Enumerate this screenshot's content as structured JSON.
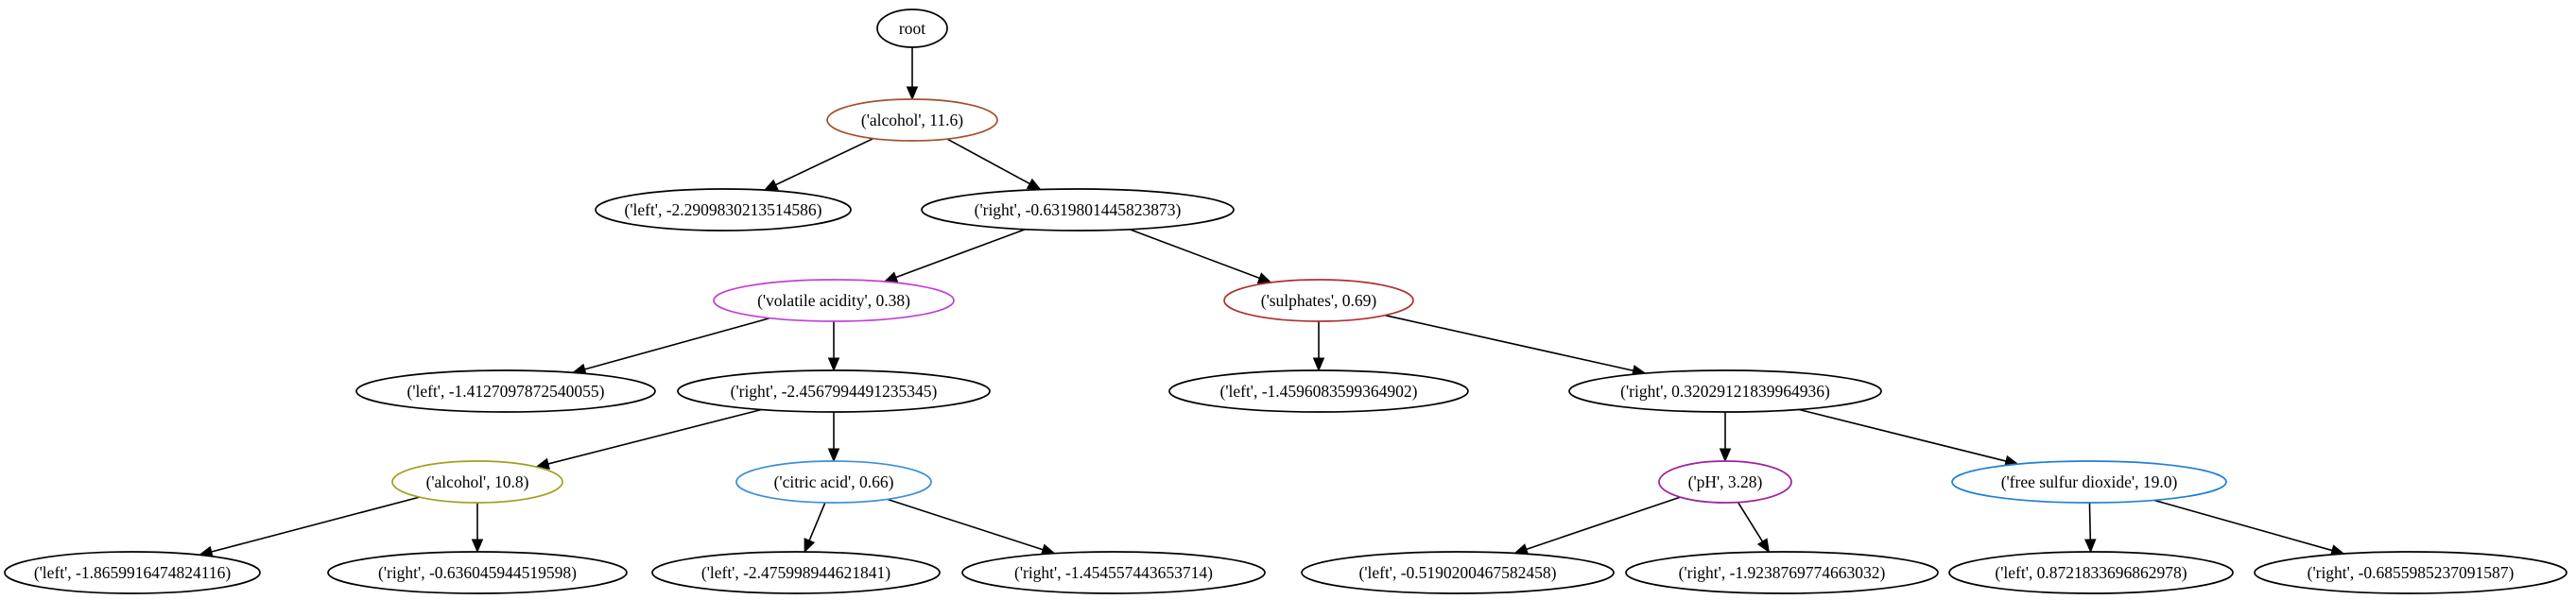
{
  "nodes": [
    {
      "id": "root",
      "label": "root",
      "color": "#000000"
    },
    {
      "id": "n1",
      "label": "('alcohol', 11.6)",
      "color": "#a0522d"
    },
    {
      "id": "n2",
      "label": "('left', -2.2909830213514586)",
      "color": "#000000"
    },
    {
      "id": "n3",
      "label": "('right', -0.6319801445823873)",
      "color": "#000000"
    },
    {
      "id": "n4",
      "label": "('volatile acidity', 0.38)",
      "color": "#c040d8"
    },
    {
      "id": "n5",
      "label": "('sulphates', 0.69)",
      "color": "#b03030"
    },
    {
      "id": "n6",
      "label": "('left', -1.4127097872540055)",
      "color": "#000000"
    },
    {
      "id": "n7",
      "label": "('right', -2.4567994491235345)",
      "color": "#000000"
    },
    {
      "id": "n8",
      "label": "('left', -1.4596083599364902)",
      "color": "#000000"
    },
    {
      "id": "n9",
      "label": "('right', 0.32029121839964936)",
      "color": "#000000"
    },
    {
      "id": "n10",
      "label": "('alcohol', 10.8)",
      "color": "#a0a020"
    },
    {
      "id": "n11",
      "label": "('citric acid', 0.66)",
      "color": "#3a8fd8"
    },
    {
      "id": "n12",
      "label": "('pH', 3.28)",
      "color": "#a020a0"
    },
    {
      "id": "n13",
      "label": "('free sulfur dioxide', 19.0)",
      "color": "#1e7fd8"
    },
    {
      "id": "n14",
      "label": "('left', -1.8659916474824116)",
      "color": "#000000"
    },
    {
      "id": "n15",
      "label": "('right', -0.636045944519598)",
      "color": "#000000"
    },
    {
      "id": "n16",
      "label": "('left', -2.475998944621841)",
      "color": "#000000"
    },
    {
      "id": "n17",
      "label": "('right', -1.454557443653714)",
      "color": "#000000"
    },
    {
      "id": "n18",
      "label": "('left', -0.5190200467582458)",
      "color": "#000000"
    },
    {
      "id": "n19",
      "label": "('right', -1.9238769774663032)",
      "color": "#000000"
    },
    {
      "id": "n20",
      "label": "('left', 0.8721833696862978)",
      "color": "#000000"
    },
    {
      "id": "n21",
      "label": "('right', -0.6855985237091587)",
      "color": "#000000"
    }
  ],
  "edges": [
    [
      "root",
      "n1"
    ],
    [
      "n1",
      "n2"
    ],
    [
      "n1",
      "n3"
    ],
    [
      "n3",
      "n4"
    ],
    [
      "n3",
      "n5"
    ],
    [
      "n4",
      "n6"
    ],
    [
      "n4",
      "n7"
    ],
    [
      "n5",
      "n8"
    ],
    [
      "n5",
      "n9"
    ],
    [
      "n7",
      "n10"
    ],
    [
      "n7",
      "n11"
    ],
    [
      "n9",
      "n12"
    ],
    [
      "n9",
      "n13"
    ],
    [
      "n10",
      "n14"
    ],
    [
      "n10",
      "n15"
    ],
    [
      "n11",
      "n16"
    ],
    [
      "n11",
      "n17"
    ],
    [
      "n12",
      "n18"
    ],
    [
      "n12",
      "n19"
    ],
    [
      "n13",
      "n20"
    ],
    [
      "n13",
      "n21"
    ]
  ]
}
